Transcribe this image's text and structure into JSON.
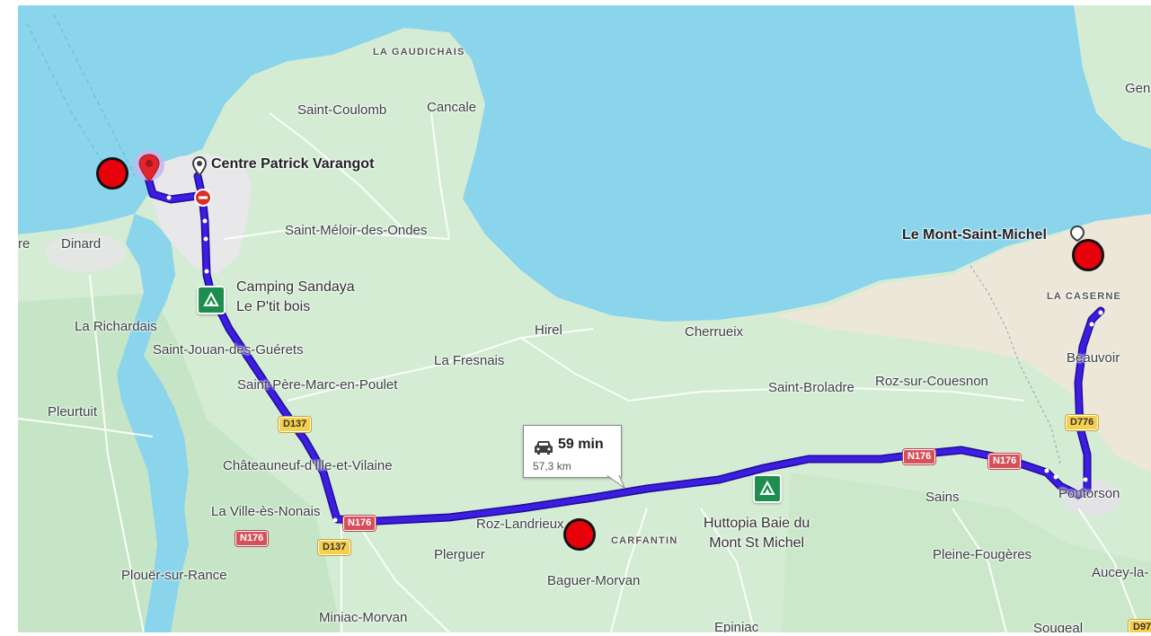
{
  "colors": {
    "sea": "#8ad4ec",
    "land": "#d3ecd3",
    "land_dark": "#c3e3c3",
    "urban": "#e8e8ea",
    "sand": "#ece7d9",
    "route": "#3d1de0",
    "route_outline": "#1c0c98",
    "marker": "#e8000b",
    "camp_icon": "#1e8e4f"
  },
  "labels": {
    "gaudichais": "LA GAUDICHAIS",
    "saint_coulomb": "Saint-Coulomb",
    "cancale": "Cancale",
    "saint_meloir": "Saint-Méloir-des-Ondes",
    "dinard": "Dinard",
    "re": "re",
    "la_richardais": "La Richardais",
    "saint_jouan": "Saint-Jouan-des-Guérets",
    "saint_pere": "Saint-Père-Marc-en-Poulet",
    "pleurtuit": "Pleurtuit",
    "la_fresnais": "La Fresnais",
    "hirel": "Hirel",
    "cherrueix": "Cherrueix",
    "saint_broladre": "Saint-Broladre",
    "roz_sur_couesnon": "Roz-sur-Couesnon",
    "chateauneuf": "Châteauneuf-d'Ille-et-Vilaine",
    "la_ville_es_nonais": "La Ville-ès-Nonais",
    "roz_landrieux": "Roz-Landrieux",
    "carfantin": "CARFANTIN",
    "pleurguer": "Plerguer",
    "baguer_morvan": "Baguer-Morvan",
    "plouer": "Plouër-sur-Rance",
    "miniac": "Miniac-Morvan",
    "epiniac": "Epiniac",
    "sains": "Sains",
    "pleine_fougeres": "Pleine-Fougères",
    "pontorson": "Pontorson",
    "aucey": "Aucey-la-",
    "sougeal": "Sougeal",
    "beauvoir": "Beauvoir",
    "la_caserne": "LA CASERNE",
    "gen": "Gen",
    "mont_saint_michel": "Le Mont-Saint-Michel",
    "centre_patrick": "Centre Patrick Varangot",
    "camping_sandaya_1": "Camping Sandaya",
    "camping_sandaya_2": "Le P'tit bois",
    "huttopia_1": "Huttopia Baie du",
    "huttopia_2": "Mont St Michel"
  },
  "shields": {
    "d137_a": "D137",
    "d137_b": "D137",
    "n176_a": "N176",
    "n176_b": "N176",
    "n176_c": "N176",
    "n176_d": "N176",
    "d776": "D776",
    "d97": "D97"
  },
  "route_info": {
    "duration": "59 min",
    "distance": "57,3 km"
  },
  "icons": [
    "car-icon",
    "destination-pin-icon",
    "origin-circle-icon",
    "no-entry-icon",
    "campground-icon",
    "red-marker"
  ]
}
